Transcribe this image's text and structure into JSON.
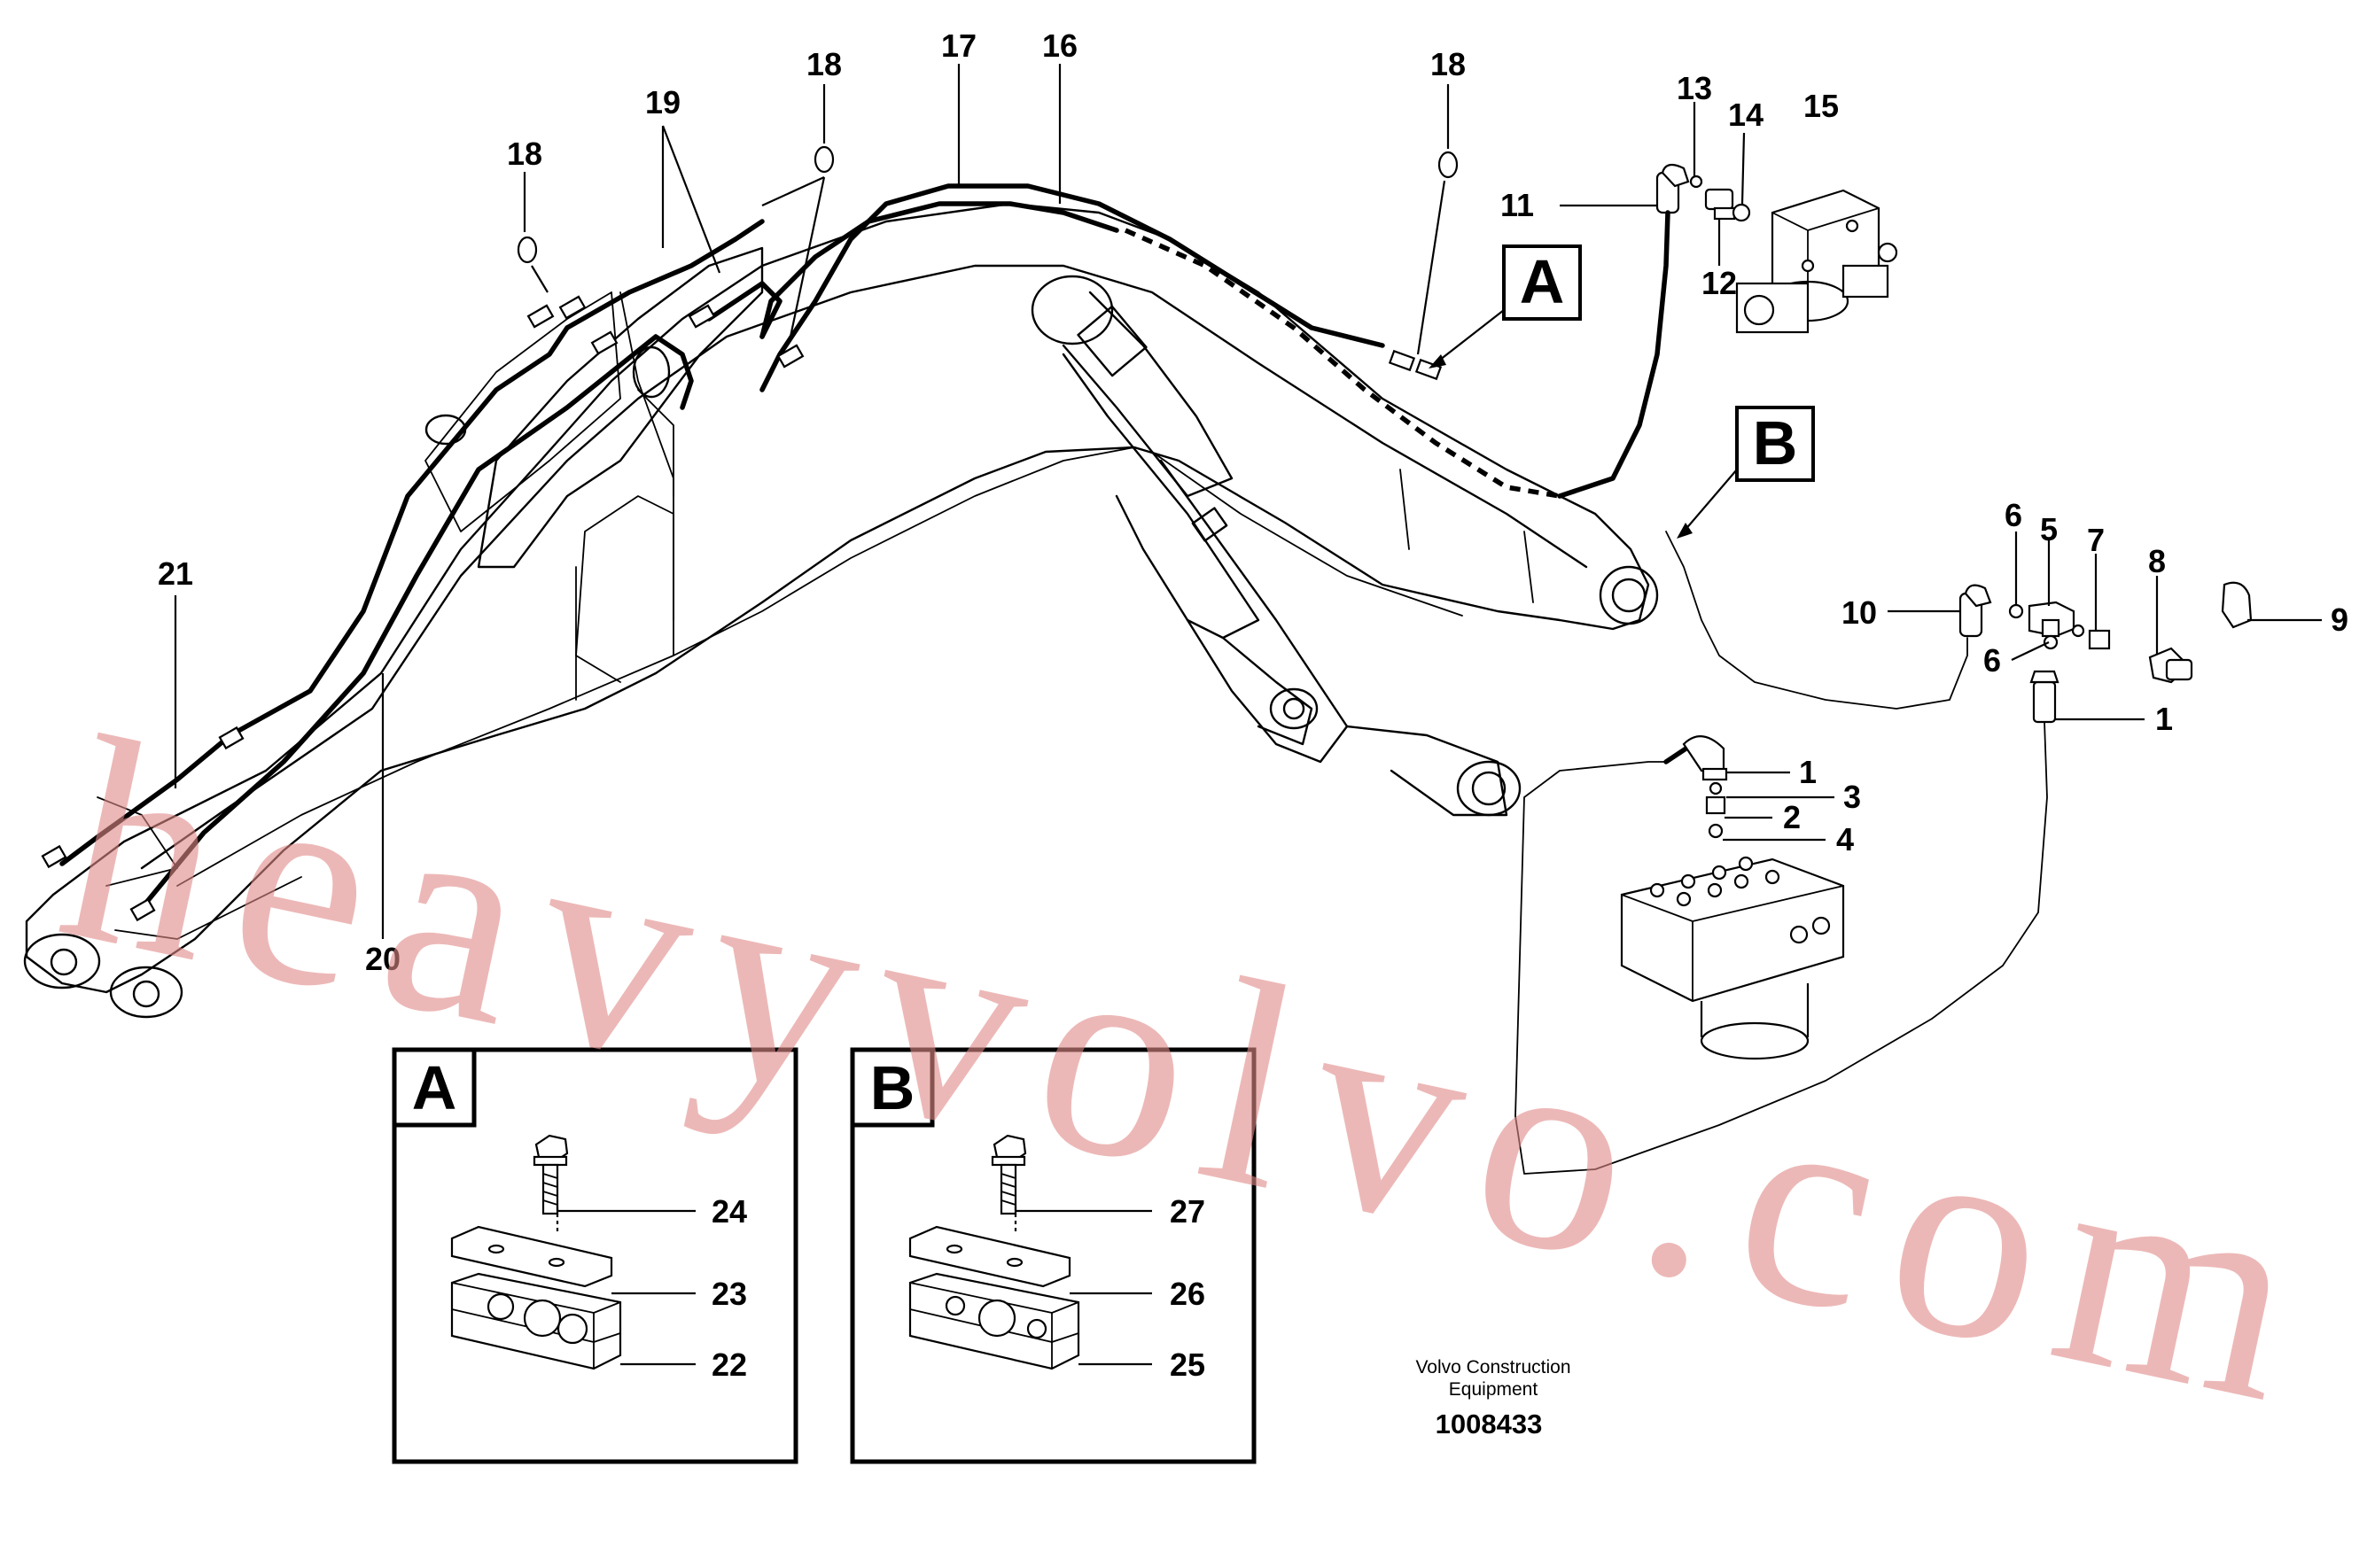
{
  "callouts": {
    "c1a": "1",
    "c1b": "1",
    "c2": "2",
    "c3": "3",
    "c4": "4",
    "c5": "5",
    "c6a": "6",
    "c6b": "6",
    "c7": "7",
    "c8": "8",
    "c9": "9",
    "c10": "10",
    "c11": "11",
    "c12": "12",
    "c13": "13",
    "c14": "14",
    "c15": "15",
    "c16": "16",
    "c17": "17",
    "c18a": "18",
    "c18b": "18",
    "c18c": "18",
    "c19": "19",
    "c20": "20",
    "c21": "21",
    "c22": "22",
    "c23": "23",
    "c24": "24",
    "c25": "25",
    "c26": "26",
    "c27": "27"
  },
  "detail_labels": {
    "a_main": "A",
    "b_main": "B",
    "a_box": "A",
    "b_box": "B"
  },
  "footer": {
    "maker_line1": "Volvo Construction",
    "maker_line2": "Equipment",
    "doc_number": "1008433"
  },
  "watermark": "heavyvolvo.com",
  "colors": {
    "line": "#000000",
    "watermark": "#e08a88",
    "background": "#ffffff"
  }
}
